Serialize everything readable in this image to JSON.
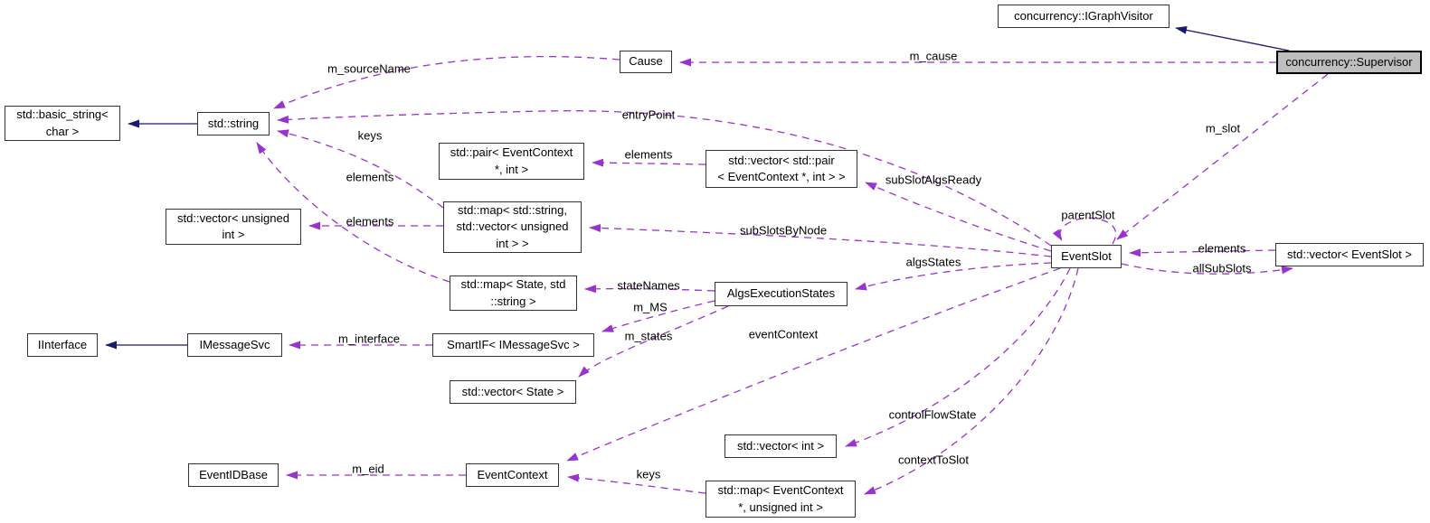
{
  "diagram": {
    "type": "doxygen-collaboration-graph",
    "colors": {
      "member_edge": "#9a32cd",
      "inheritance_edge": "#191970",
      "node_fill": "#ffffff",
      "node_border": "#333333",
      "focus_node_fill": "#bfbfbf",
      "text": "#000000"
    },
    "nodes": {
      "igraphvisitor": {
        "label": "concurrency::IGraphVisitor"
      },
      "supervisor": {
        "label": "concurrency::Supervisor"
      },
      "cause": {
        "label": "Cause"
      },
      "basic_string": {
        "label": "std::basic_string<\nchar >"
      },
      "string": {
        "label": "std::string"
      },
      "pair_eventcontext": {
        "label": "std::pair< EventContext\n*, int >"
      },
      "vector_pair": {
        "label": "std::vector< std::pair\n< EventContext *, int > >"
      },
      "vector_unsigned": {
        "label": "std::vector< unsigned\nint >"
      },
      "map_string_vector": {
        "label": "std::map< std::string,\nstd::vector< unsigned\nint > >"
      },
      "map_state_string": {
        "label": "std::map< State, std\n::string >"
      },
      "algsexecutionstates": {
        "label": "AlgsExecutionStates"
      },
      "iinterface": {
        "label": "IInterface"
      },
      "imessagesvc": {
        "label": "IMessageSvc"
      },
      "smartif": {
        "label": "SmartIF< IMessageSvc >"
      },
      "vector_state": {
        "label": "std::vector< State >"
      },
      "eventidbase": {
        "label": "EventIDBase"
      },
      "eventcontext": {
        "label": "EventContext"
      },
      "vector_int": {
        "label": "std::vector< int >"
      },
      "map_ec_uint": {
        "label": "std::map< EventContext\n*, unsigned int >"
      },
      "eventslot": {
        "label": "EventSlot"
      },
      "vector_eventslot": {
        "label": "std::vector< EventSlot >"
      }
    },
    "edge_labels": {
      "m_sourceName": "m_sourceName",
      "m_cause": "m_cause",
      "m_slot": "m_slot",
      "entryPoint": "entryPoint",
      "keys_top": "keys",
      "elements_to_string": "elements",
      "elements_to_vec_unsigned": "elements",
      "elements_to_pair": "elements",
      "subSlotAlgsReady": "subSlotAlgsReady",
      "subSlotsByNode": "subSlotsByNode",
      "parentSlot": "parentSlot",
      "elements_to_eventslot": "elements",
      "allSubSlots": "allSubSlots",
      "algsStates": "algsStates",
      "stateNames": "stateNames",
      "m_MS": "m_MS",
      "m_states": "m_states",
      "eventContext": "eventContext",
      "m_interface": "m_interface",
      "controlFlowState": "controlFlowState",
      "contextToSlot": "contextToSlot",
      "keys_bottom": "keys",
      "m_eid": "m_eid"
    }
  }
}
